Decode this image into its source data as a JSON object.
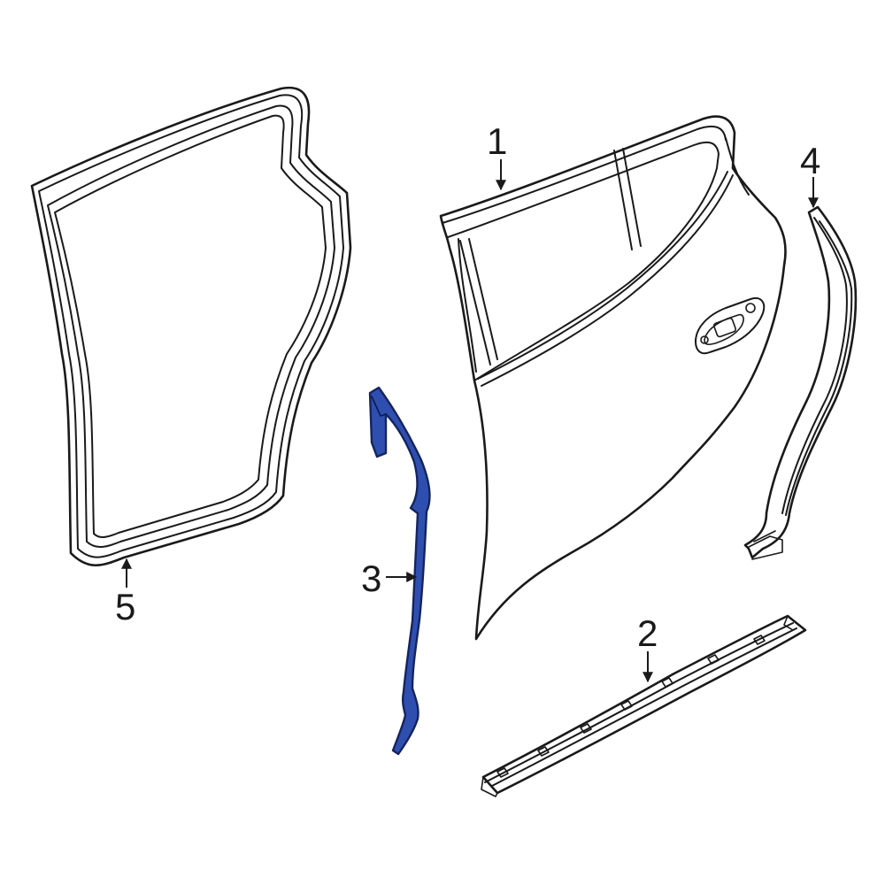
{
  "callouts": {
    "c1": "1",
    "c2": "2",
    "c3": "3",
    "c4": "4",
    "c5": "5"
  },
  "colors": {
    "highlight_fill": "#2f4fb0",
    "highlight_stroke": "#14245e",
    "line": "#1a1a1a",
    "background": "#ffffff"
  }
}
